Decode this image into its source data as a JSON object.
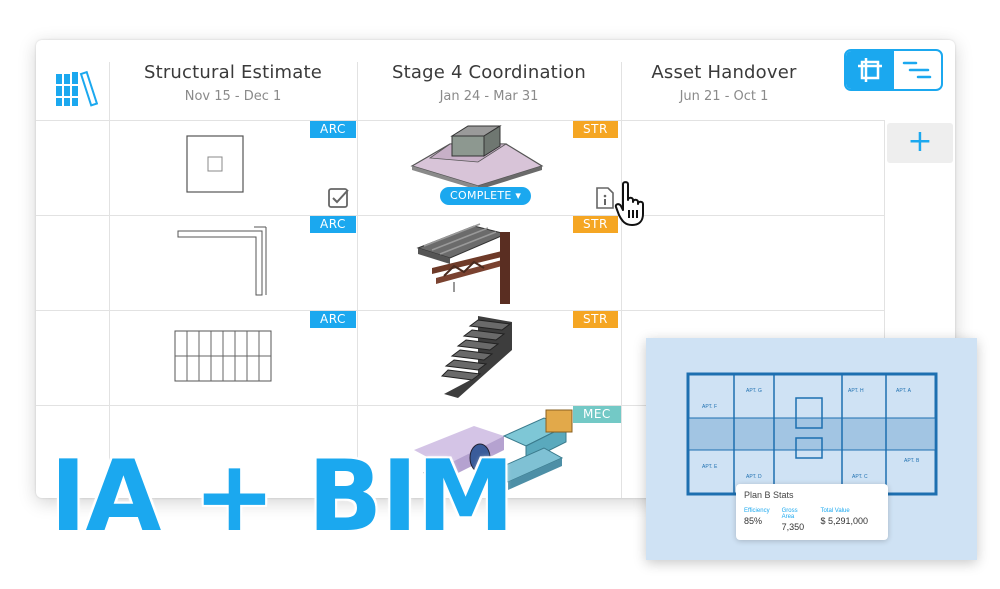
{
  "columns": [
    {
      "title": "Structural Estimate",
      "dates": "Nov 15 - Dec 1"
    },
    {
      "title": "Stage 4 Coordination",
      "dates": "Jan 24 - Mar 31"
    },
    {
      "title": "Asset Handover",
      "dates": "Jun 21 - Oct 1"
    }
  ],
  "tags": {
    "arc": "ARC",
    "str": "STR",
    "mec": "MEC"
  },
  "status_pill": "COMPLETE ▾",
  "add_label": "+",
  "headline": "IA + BIM",
  "plan": {
    "apartments": [
      "APT. F",
      "APT. G",
      "APT. H",
      "APT. A",
      "APT. E",
      "APT. D",
      "APT. C",
      "APT. B"
    ],
    "stats_title": "Plan B Stats",
    "stats": [
      {
        "label": "Efficiency",
        "value": "85%"
      },
      {
        "label": "Gross Area",
        "value": "7,350"
      },
      {
        "label": "Total Value",
        "value": "$ 5,291,000"
      }
    ]
  },
  "colors": {
    "accent": "#1ba8ef",
    "str_tag": "#f5a623",
    "mec_tag": "#73c9c6",
    "plan_bg": "#cfe2f4"
  }
}
